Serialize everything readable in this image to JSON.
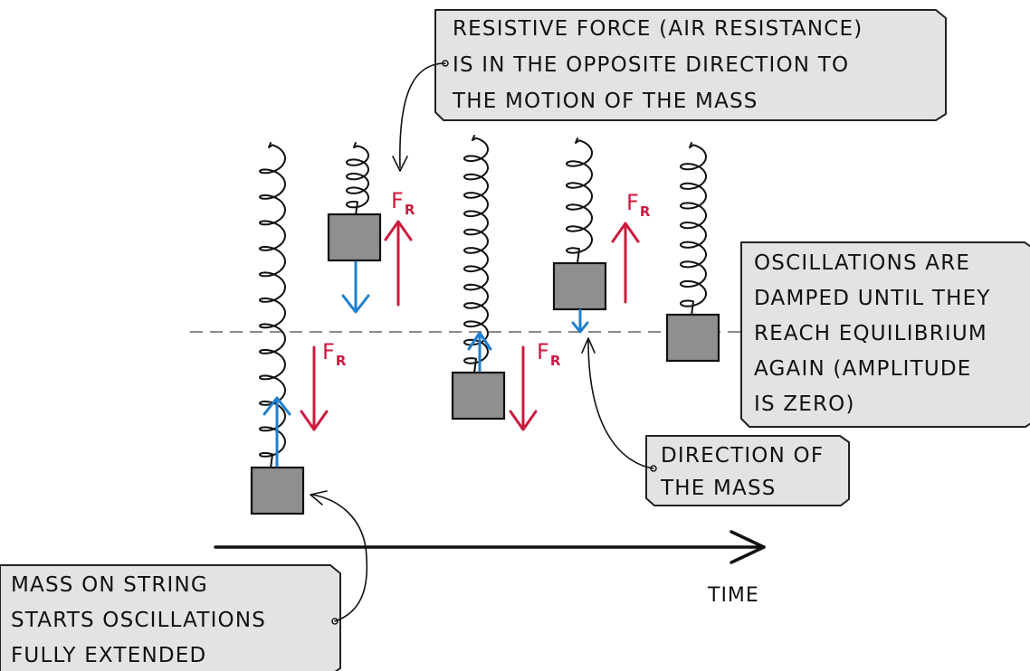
{
  "callouts": {
    "resistive": [
      "RESISTIVE FORCE (AIR RESISTANCE)",
      "IS IN THE OPPOSITE DIRECTION TO",
      "THE MOTION OF THE MASS"
    ],
    "damped": [
      "OSCILLATIONS ARE",
      "DAMPED UNTIL THEY",
      "REACH EQUILIBRIUM",
      "AGAIN (AMPLITUDE",
      "IS ZERO)"
    ],
    "direction": [
      "DIRECTION OF",
      "THE MASS"
    ],
    "start": [
      "MASS ON STRING",
      "STARTS OSCILLATIONS",
      "FULLY EXTENDED"
    ]
  },
  "axis": {
    "time_label": "TIME"
  },
  "force": {
    "symbol": "F",
    "subscript": "R"
  },
  "colors": {
    "resistive_force": "#cc1b3d",
    "mass_motion": "#1f7fcf",
    "mass_fill": "#8f8f8f",
    "callout_fill": "#e3e3e3",
    "equilibrium_line": "#8a8a8a"
  }
}
